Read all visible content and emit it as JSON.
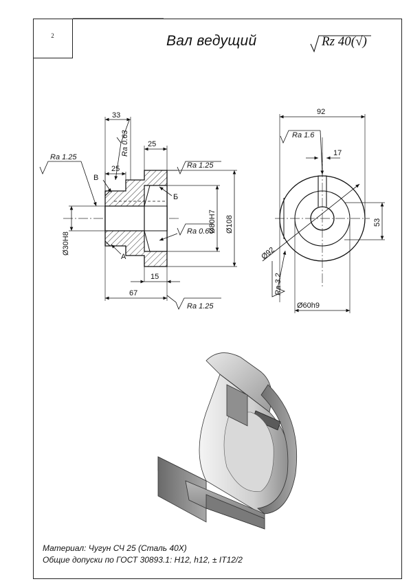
{
  "sheet": {
    "number": "2",
    "title": "Вал ведущий",
    "roughness_general": "Rz 40(√)"
  },
  "drawing": {
    "front_view": {
      "dims": {
        "d33": "33",
        "ra063_top": "Ra 0.63",
        "d25_top": "25",
        "ra125_left": "Ra 1.25",
        "ra125_right": "Ra 1.25",
        "d25_left": "25",
        "label_v": "В",
        "label_b": "Б",
        "label_a": "А",
        "d30h8": "Ø30H8",
        "d80h7": "Ø80H7",
        "d108": "Ø108",
        "ra063_mid": "Ra 0.63",
        "d15": "15",
        "d67": "67",
        "ra125_bottom": "Ra 1.25"
      }
    },
    "side_view": {
      "dims": {
        "d92_top": "92",
        "ra16": "Ra 1.6",
        "d17": "17",
        "d53": "53",
        "d92_diag": "Ø92",
        "ra32": "Ra 3.2",
        "d60h9": "Ø60h9"
      }
    }
  },
  "notes": {
    "material": "Материал: Чугун СЧ 25 (Сталь 40Х)",
    "tolerances": "Общие допуски по ГОСТ 30893.1: H12, h12, ± IT12/2"
  }
}
